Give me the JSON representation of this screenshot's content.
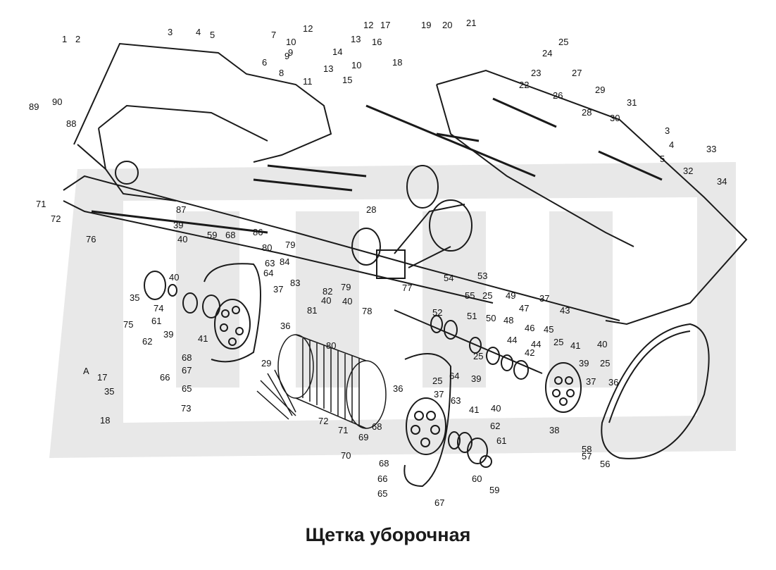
{
  "diagram": {
    "title": "Щетка уборочная",
    "callouts": [
      "1",
      "2",
      "3",
      "4",
      "5",
      "6",
      "7",
      "8",
      "9",
      "10",
      "11",
      "12",
      "13",
      "14",
      "15",
      "16",
      "17",
      "18",
      "19",
      "20",
      "21",
      "22",
      "23",
      "24",
      "25",
      "26",
      "27",
      "28",
      "29",
      "30",
      "31",
      "3",
      "4",
      "5",
      "32",
      "33",
      "34",
      "89",
      "90",
      "88",
      "71",
      "72",
      "87",
      "76",
      "86",
      "80",
      "79",
      "84",
      "83",
      "82",
      "79",
      "28",
      "77",
      "53",
      "54",
      "55",
      "25",
      "49",
      "47",
      "37",
      "43",
      "52",
      "51",
      "50",
      "48",
      "46",
      "45",
      "44",
      "44",
      "42",
      "25",
      "41",
      "40",
      "39",
      "25",
      "37",
      "36",
      "38",
      "58",
      "57",
      "56",
      "59",
      "68",
      "39",
      "40",
      "63",
      "64",
      "40",
      "35",
      "74",
      "61",
      "75",
      "39",
      "62",
      "41",
      "37",
      "81",
      "40",
      "78",
      "80",
      "36",
      "29",
      "68",
      "67",
      "66",
      "65",
      "73",
      "72",
      "71",
      "70",
      "69",
      "68",
      "25",
      "64",
      "37",
      "36",
      "39",
      "63",
      "41",
      "40",
      "62",
      "61",
      "60",
      "59",
      "68",
      "66",
      "65",
      "67",
      "17",
      "35",
      "18",
      "A",
      "13",
      "10",
      "12",
      "9",
      "25",
      "40"
    ],
    "colors": {
      "ink": "#1a1a1a",
      "watermark": "#e6e6e6",
      "paper": "#ffffff"
    }
  }
}
